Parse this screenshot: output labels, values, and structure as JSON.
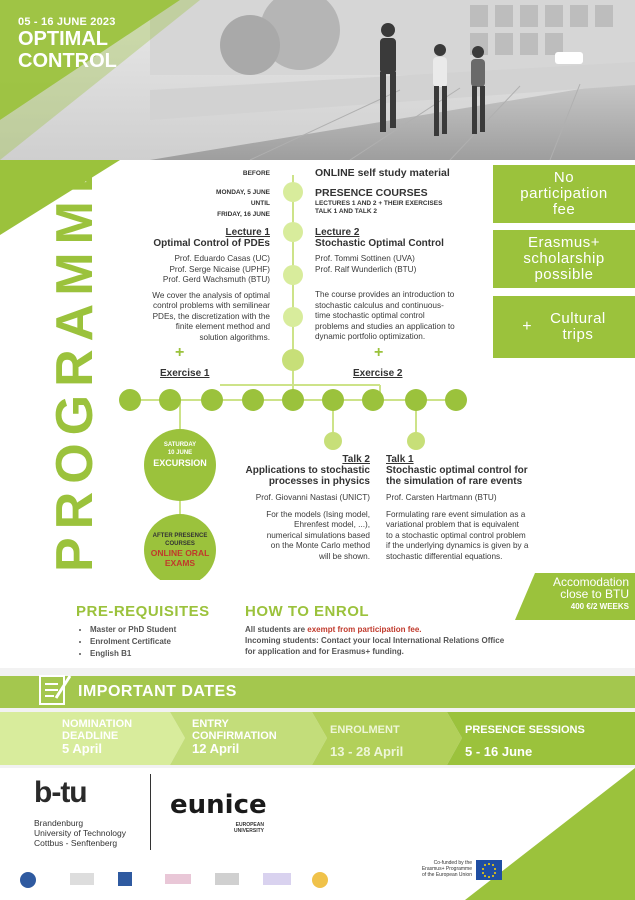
{
  "header": {
    "dates": "05 - 16 JUNE 2023",
    "title_line1": "OPTIMAL",
    "title_line2": "CONTROL"
  },
  "programme_word": "PROGRAMME",
  "schedule": {
    "before": "BEFORE",
    "date_start": "MONDAY, 5 JUNE",
    "until": "UNTIL",
    "date_end": "FRIDAY, 16 JUNE",
    "online_self_study": "ONLINE self study material",
    "presence_courses": "PRESENCE COURSES",
    "presence_sub1": "LECTURES 1 AND 2 + THEIR EXERCISES",
    "presence_sub2": "TALK 1 AND TALK 2"
  },
  "lecture1": {
    "label": "Lecture 1",
    "title": "Optimal Control of PDEs",
    "profs": [
      "Prof. Eduardo Casas (UC)",
      "Prof. Serge Nicaise (UPHF)",
      "Prof. Gerd Wachsmuth (BTU)"
    ],
    "desc": [
      "We cover the analysis of optimal",
      "control problems with semilinear",
      "PDEs, the discretization with the",
      "finite element method and",
      "solution algorithms."
    ]
  },
  "lecture2": {
    "label": "Lecture 2",
    "title": "Stochastic Optimal Control",
    "profs": [
      "Prof. Tommi Sottinen (UVA)",
      "Prof. Ralf Wunderlich (BTU)"
    ],
    "desc": [
      "The course provides an introduction to",
      "stochastic calculus and continuous-",
      "time stochastic optimal control",
      "problems and studies an application to",
      "dynamic portfolio optimization."
    ]
  },
  "plus": "+",
  "exercise1": "Exercise 1",
  "exercise2": "Exercise 2",
  "excursion": {
    "line1": "SATURDAY",
    "line2": "10 JUNE",
    "line3": "EXCURSION"
  },
  "exams": {
    "line1": "AFTER PRESENCE",
    "line2": "COURSES",
    "line3": "ONLINE ORAL",
    "line4": "EXAMS"
  },
  "talk2": {
    "label": "Talk 2",
    "title1": "Applications to stochastic",
    "title2": "processes in physics",
    "prof": "Prof. Giovanni Nastasi (UNICT)",
    "desc": [
      "For the models (Ising model,",
      "Ehrenfest model, ...),",
      "numerical simulations based",
      "on the Monte Carlo method",
      "will be shown."
    ]
  },
  "talk1": {
    "label": "Talk 1",
    "title1": "Stochastic optimal control for",
    "title2": "the simulation of rare events",
    "prof": "Prof. Carsten Hartmann (BTU)",
    "desc": [
      "Formulating rare event simulation as a",
      "variational problem that is equivalent",
      "to a stochastic optimal control problem",
      "if the underlying dynamics is given by a",
      "stochastic differential equations."
    ]
  },
  "badges": {
    "no_fee": [
      "No",
      "participation",
      "fee"
    ],
    "erasmus": [
      "Erasmus+",
      "scholarship",
      "possible"
    ],
    "cultural_plus": "+",
    "cultural": [
      "Cultural",
      "trips"
    ]
  },
  "accommodation": {
    "line1": "Accomodation",
    "line2": "close to BTU",
    "price": "400 €/2 WEEKS"
  },
  "prereq": {
    "heading": "PRE-REQUISITES",
    "items": [
      "Master or PhD Student",
      "Enrolment Certificate",
      "English B1"
    ]
  },
  "enrol": {
    "heading": "HOW TO ENROL",
    "line1_a": "All students are ",
    "line1_b": "exempt from participation fee.",
    "line2": "Incoming students: Contact your local International Relations Office",
    "line3": "for application and for Erasmus+ funding."
  },
  "important_dates": {
    "heading": "IMPORTANT DATES",
    "steps": [
      {
        "label1": "NOMINATION",
        "label2": "DEADLINE",
        "date": "5 April"
      },
      {
        "label1": "ENTRY",
        "label2": "CONFIRMATION",
        "date": "12 April"
      },
      {
        "label1": "ENROLMENT",
        "label2": "",
        "date": "13 - 28 April"
      },
      {
        "label1": "PRESENCE SESSIONS",
        "label2": "",
        "date": "5 - 16 June"
      }
    ]
  },
  "logos": {
    "btu_mark": "b-tu",
    "btu_line1": "Brandenburg",
    "btu_line2": "University of Technology",
    "btu_line3": "Cottbus - Senftenberg",
    "eunice_mark": "eunice",
    "eunice_sub1": "EUROPEAN",
    "eunice_sub2": "UNIVERSITY",
    "eu_line1": "Co-funded by the",
    "eu_line2": "Erasmus+ Programme",
    "eu_line3": "of the European Union"
  },
  "colors": {
    "accent": "#9bc23c",
    "light": "#cde389",
    "dark_text": "#333333",
    "red": "#c0392b"
  }
}
